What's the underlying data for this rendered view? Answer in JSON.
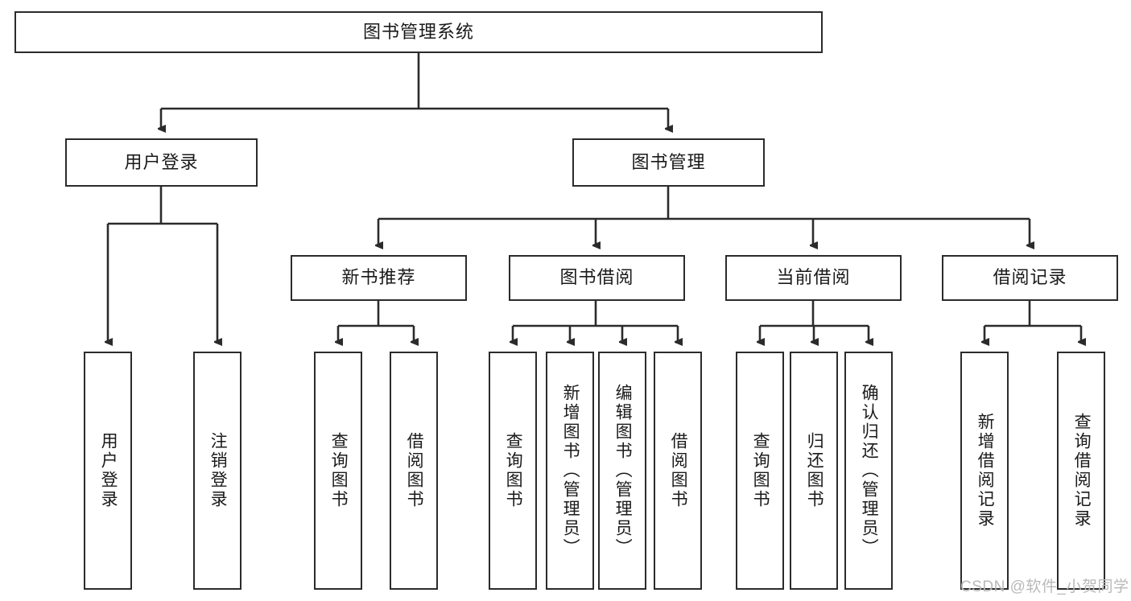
{
  "diagram": {
    "title": "图书管理系统",
    "type": "tree-hierarchy",
    "watermark": "CSDN @软件_小贺同学",
    "root": {
      "id": "root",
      "label": "图书管理系统",
      "orientation": "horizontal"
    },
    "level2": [
      {
        "id": "user-login",
        "label": "用户登录",
        "orientation": "horizontal"
      },
      {
        "id": "book-manage",
        "label": "图书管理",
        "orientation": "horizontal"
      }
    ],
    "level3": [
      {
        "id": "new-book-recommend",
        "label": "新书推荐",
        "orientation": "horizontal",
        "parent": "book-manage"
      },
      {
        "id": "book-borrow",
        "label": "图书借阅",
        "orientation": "horizontal",
        "parent": "book-manage"
      },
      {
        "id": "current-borrow",
        "label": "当前借阅",
        "orientation": "horizontal",
        "parent": "book-manage"
      },
      {
        "id": "borrow-record",
        "label": "借阅记录",
        "orientation": "horizontal",
        "parent": "book-manage"
      }
    ],
    "leaves": [
      {
        "id": "leaf-user-login",
        "label": "用户登录",
        "parent": "user-login",
        "orientation": "vertical"
      },
      {
        "id": "leaf-logout",
        "label": "注销登录",
        "parent": "user-login",
        "orientation": "vertical"
      },
      {
        "id": "leaf-query-book-1",
        "label": "查询图书",
        "parent": "new-book-recommend",
        "orientation": "vertical"
      },
      {
        "id": "leaf-borrow-book-1",
        "label": "借阅图书",
        "parent": "new-book-recommend",
        "orientation": "vertical"
      },
      {
        "id": "leaf-query-book-2",
        "label": "查询图书",
        "parent": "book-borrow",
        "orientation": "vertical"
      },
      {
        "id": "leaf-add-book",
        "label": "新增图书（管理员）",
        "parent": "book-borrow",
        "orientation": "vertical"
      },
      {
        "id": "leaf-edit-book",
        "label": "编辑图书（管理员）",
        "parent": "book-borrow",
        "orientation": "vertical"
      },
      {
        "id": "leaf-borrow-book-2",
        "label": "借阅图书",
        "parent": "book-borrow",
        "orientation": "vertical"
      },
      {
        "id": "leaf-query-book-3",
        "label": "查询图书",
        "parent": "current-borrow",
        "orientation": "vertical"
      },
      {
        "id": "leaf-return-book",
        "label": "归还图书",
        "parent": "current-borrow",
        "orientation": "vertical"
      },
      {
        "id": "leaf-confirm-return",
        "label": "确认归还（管理员）",
        "parent": "current-borrow",
        "orientation": "vertical"
      },
      {
        "id": "leaf-add-record",
        "label": "新增借阅记录",
        "parent": "borrow-record",
        "orientation": "vertical"
      },
      {
        "id": "leaf-query-record",
        "label": "查询借阅记录",
        "parent": "borrow-record",
        "orientation": "vertical"
      }
    ],
    "colors": {
      "stroke": "#2b2b2b",
      "fill": "#ffffff",
      "text": "#1a1a1a",
      "watermark": "#b9b9b9"
    }
  }
}
